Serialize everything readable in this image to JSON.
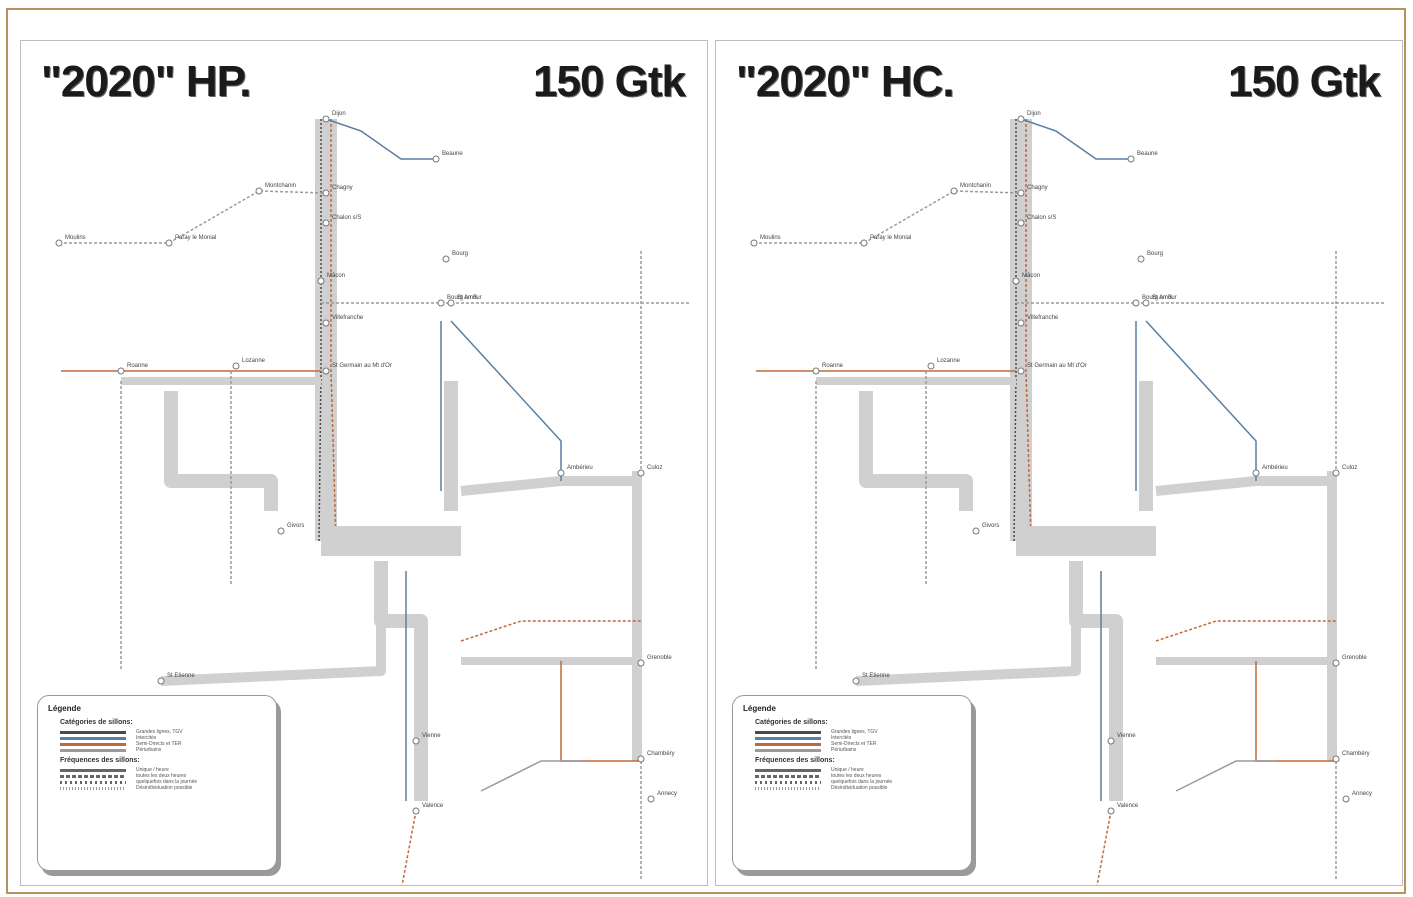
{
  "panels": [
    {
      "id": "hp",
      "title": "\"2020\" HP.",
      "capacity": "150 Gtk",
      "legend": {
        "title": "Légende",
        "categories_title": "Catégories de sillons:",
        "categories": [
          "Grandes lignes, TGV",
          "Intercités",
          "Semi-Directs et TER",
          "Périurbains"
        ],
        "frequencies_title": "Fréquences des sillons:",
        "frequencies": [
          "Unique / heure",
          "toutes les deux heures",
          "quelquefois dans la journée",
          "Désindividuation possible"
        ]
      }
    },
    {
      "id": "hc",
      "title": "\"2020\" HC.",
      "capacity": "150 Gtk",
      "legend": {
        "title": "Légende",
        "categories_title": "Catégories de sillons:",
        "categories": [
          "Grandes lignes, TGV",
          "Intercités",
          "Semi-Directs et TER",
          "Périurbains"
        ],
        "frequencies_title": "Fréquences des sillons:",
        "frequencies": [
          "Unique / heure",
          "toutes les deux heures",
          "quelquefois dans la journée",
          "Désindividuation possible"
        ]
      }
    }
  ],
  "stations": [
    "Dijon",
    "Beaune",
    "Chagny",
    "Montchanin",
    "Moulins",
    "Paray le Monial",
    "Chalon s/S",
    "Bourg",
    "Mâcon",
    "St Amour",
    "Bourg en B.",
    "Villefranche",
    "St Germain au Mt d'Or",
    "Ambérieu",
    "Lozanne",
    "Givors",
    "Vienne",
    "Valence",
    "Grenoble",
    "Chambéry",
    "Annecy",
    "Culoz",
    "St Etienne",
    "Roanne"
  ],
  "colors": {
    "frame": "#b8915c",
    "tgv": "#4a4a4a",
    "intercites": "#5a7fa0",
    "ter": "#c06a3a",
    "periurbain": "#9a9a9a",
    "corridor": "#d0d0d0"
  }
}
